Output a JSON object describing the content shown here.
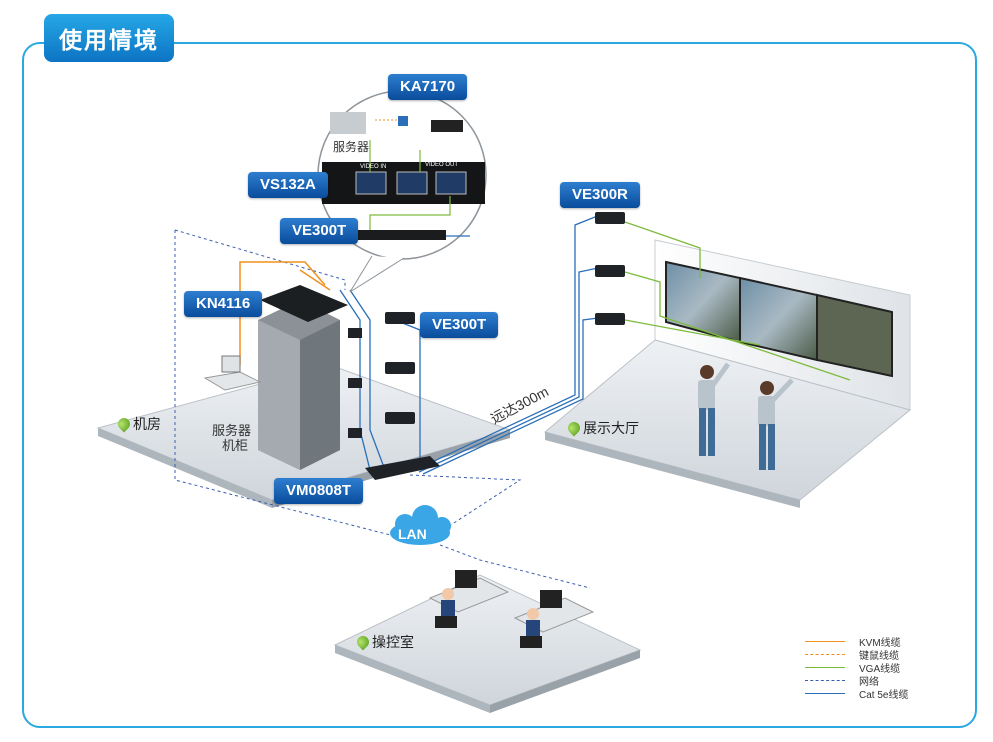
{
  "title": "使用情境",
  "callouts": {
    "ka7170": "KA7170",
    "vs132a": "VS132A",
    "ve300t_top": "VE300T",
    "kn4116": "KN4116",
    "ve300t_rack": "VE300T",
    "ve300r": "VE300R",
    "vm0808t": "VM0808T",
    "lan": "LAN"
  },
  "labels": {
    "server_zoom": "服务器",
    "rack_line1": "服务器",
    "rack_line2": "机柜",
    "distance": "远达300m",
    "video_in": "VIDEO IN",
    "video_out": "VIDEO OUT"
  },
  "rooms": {
    "machine_room": "机房",
    "display_hall": "展示大厅",
    "control_room": "操控室"
  },
  "legend": [
    {
      "label": "KVM线缆",
      "color": "#f0901e",
      "style": "solid"
    },
    {
      "label": "键鼠线缆",
      "color": "#f0901e",
      "style": "dashed"
    },
    {
      "label": "VGA线缆",
      "color": "#7dbb3c",
      "style": "solid"
    },
    {
      "label": "网络",
      "color": "#3a5fb0",
      "style": "dashed"
    },
    {
      "label": "Cat 5e线缆",
      "color": "#2a6fb8",
      "style": "solid"
    }
  ]
}
